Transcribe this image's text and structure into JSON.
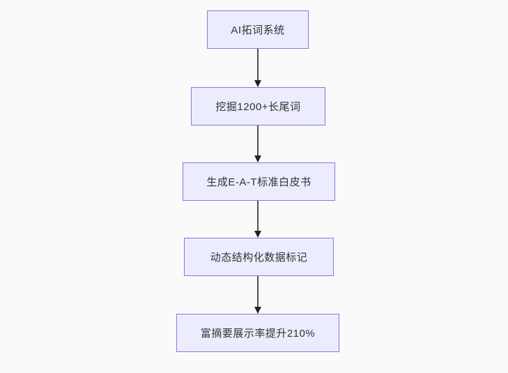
{
  "diagram": {
    "type": "flowchart",
    "direction": "top-down",
    "nodes": [
      {
        "label": "AI拓词系统"
      },
      {
        "label": "挖掘1200+长尾词"
      },
      {
        "label": "生成E-A-T标准白皮书"
      },
      {
        "label": "动态结构化数据标记"
      },
      {
        "label": "富摘要展示率提升210%"
      }
    ],
    "edges": [
      {
        "from": 0,
        "to": 1
      },
      {
        "from": 1,
        "to": 2
      },
      {
        "from": 2,
        "to": 3
      },
      {
        "from": 3,
        "to": 4
      }
    ],
    "colors": {
      "background": "#fafafa",
      "node_fill": "#ECECFF",
      "node_border": "#9370DB",
      "text": "#333333",
      "arrow": "#333333"
    }
  }
}
